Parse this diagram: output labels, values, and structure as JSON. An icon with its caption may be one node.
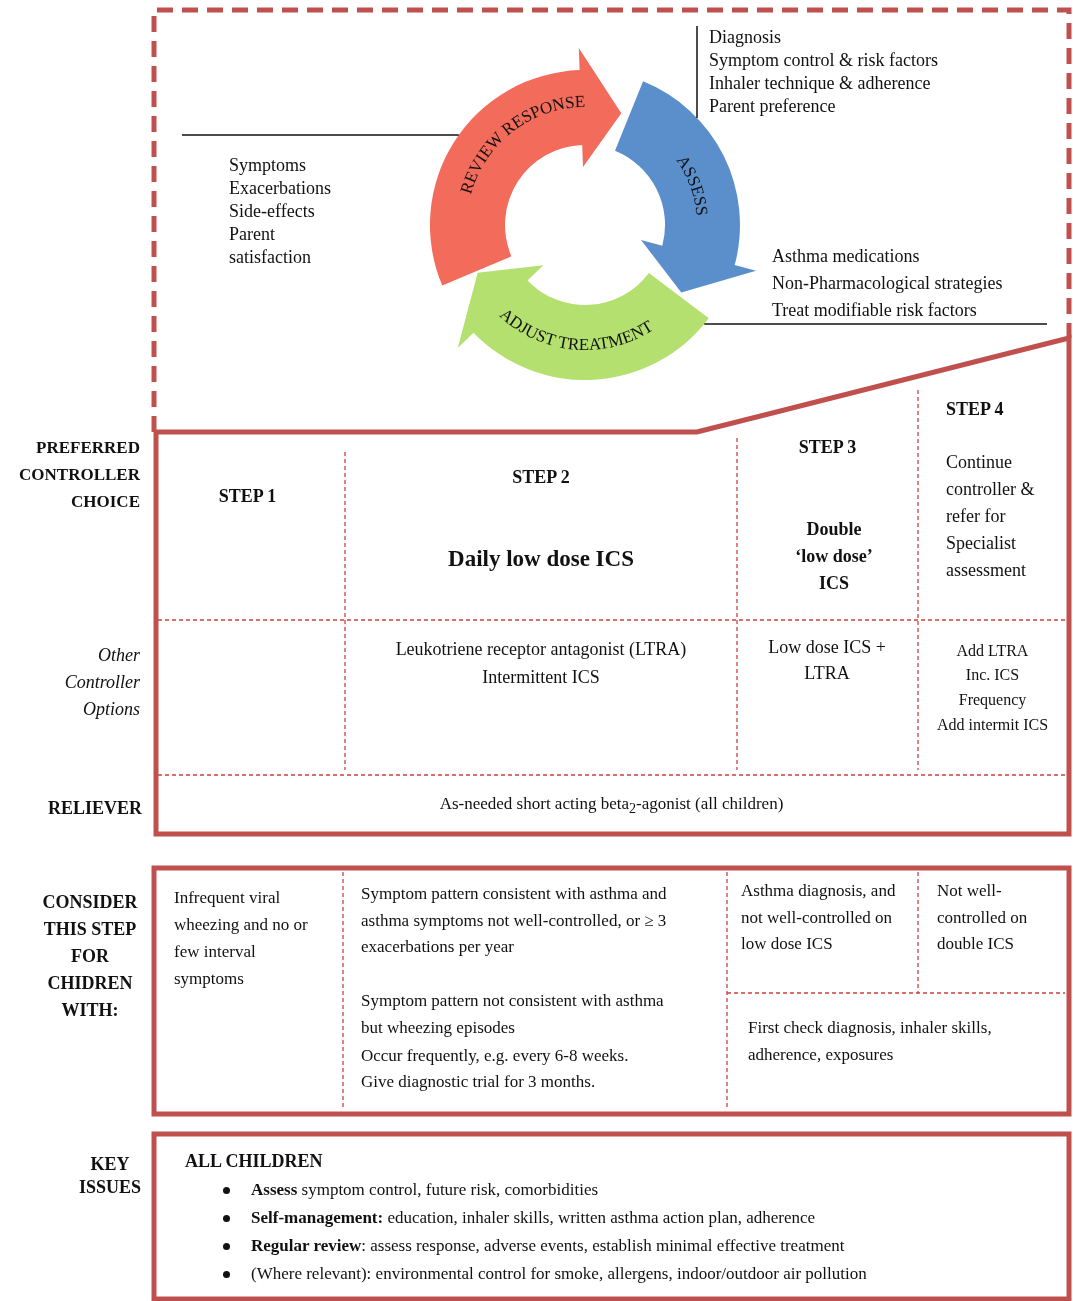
{
  "diagram": {
    "nodes": [
      {
        "text": [
          "REVIEW RESPONSE"
        ]
      },
      {
        "text": [
          "ASSESS"
        ]
      },
      {
        "text": [
          "ADJUST TREATMENT"
        ]
      },
      {
        "text": [
          "Symptoms",
          "Exacerbations",
          "Side-effects",
          "Parent satisfaction"
        ]
      },
      {
        "text": [
          "Diagnosis",
          "Symptom control & risk factors",
          "Inhaler technique & adherence",
          "Parent preference"
        ]
      },
      {
        "text": [
          "Asthma medications",
          "Non-Pharmacological strategies",
          "Treat modifiable risk factors"
        ]
      }
    ],
    "edges": [
      {
        "from": 3,
        "to": 0,
        "arrow": "none"
      },
      {
        "from": 4,
        "to": 1,
        "arrow": "none"
      },
      {
        "from": 5,
        "to": 2,
        "arrow": "none"
      }
    ],
    "labels": [
      "PREFERRED CONTROLLER CHOICE",
      "STEP 1",
      "STEP 2",
      "Daily low dose ICS",
      "STEP 3",
      "Double ‘low dose’ ICS",
      "STEP 4",
      "Continue controller & refer for Specialist assessment",
      "Other Controller Options",
      "Leukotriene receptor antagonist (LTRA)",
      "Intermittent ICS",
      "Low dose ICS + LTRA",
      "Add LTRA",
      "Inc. ICS Frequency",
      "Add intermit ICS",
      "RELIEVER",
      "As-needed short acting beta$_{2}$-agonist (all children)",
      "CONSIDER THIS STEP FOR CHIDREN WITH:",
      "Infrequent viral wheezing and no or few interval symptoms",
      "Symptom pattern consistent with asthma and asthma symptoms not well-controlled, or ≥ 3 exacerbations per year",
      "Symptom pattern not consistent with asthma but wheezing episodes",
      "Occur frequently, e.g. every 6-8 weeks.",
      "Give diagnostic trial for 3 months.",
      "Asthma diagnosis, and not well-controlled on low dose ICS",
      "Not well-controlled on double ICS",
      "First check diagnosis, inhaler skills, adherence, exposures",
      "KEY ISSUES",
      "ALL CHILDREN",
      "**Assess** symptom control, future risk, comorbidities",
      "**Self-management:** education, inhaler skills, written asthma action plan, adherence",
      "**Regular review**: assess response, adverse events, establish minimal effective treatment",
      "(Where relevant): environmental control for smoke, allergens, indoor/outdoor air pollution"
    ]
  }
}
